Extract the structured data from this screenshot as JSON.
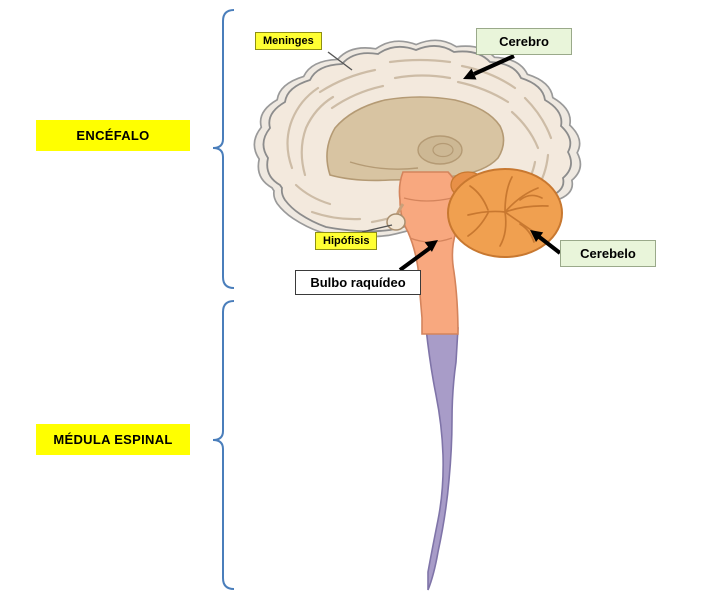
{
  "labels": {
    "encefalo": "ENCÉFALO",
    "medula_espinal": "MÉDULA ESPINAL",
    "meninges": "Meninges",
    "cerebro": "Cerebro",
    "hipofisis": "Hipófisis",
    "bulbo_raquideo": "Bulbo raquídeo",
    "cerebelo": "Cerebelo"
  },
  "colors": {
    "highlight_yellow": "#ffff00",
    "tag_yellow": "#ffff33",
    "label_green": "#e9f5da",
    "bracket_blue": "#4a7ebb",
    "arrow_black": "#000000",
    "cortex_fill": "#f3e9dd",
    "meninges_rim": "#efe9e1",
    "inner_brain": "#d8c4a2",
    "cerebellum": "#f0a050",
    "cerebellum_lines": "#c87830",
    "brainstem": "#f8a87f",
    "spinal_cord": "#a89cc8"
  }
}
